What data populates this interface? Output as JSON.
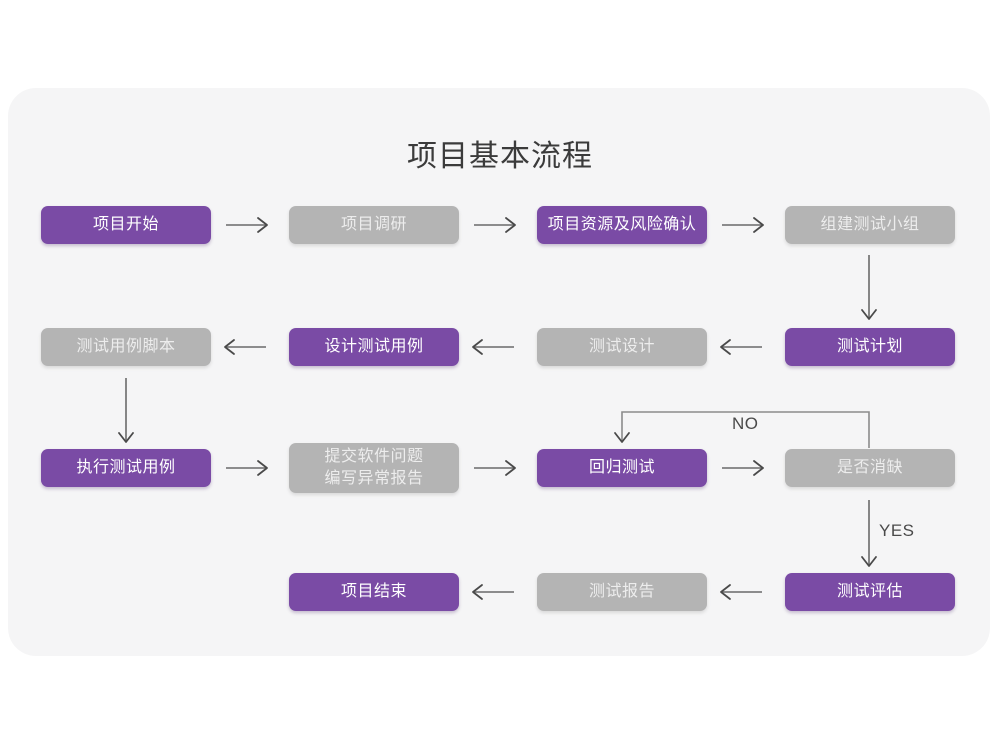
{
  "chart_data": {
    "type": "diagram",
    "title": "项目基本流程",
    "diagram_kind": "flowchart",
    "colors": {
      "purple": "#7a4ba5",
      "gray": "#b4b4b4",
      "panel_background": "#f5f5f6",
      "page_background": "#ffffff",
      "title_text": "#3b3b3b",
      "arrow": "#6a6a6a"
    },
    "nodes": [
      {
        "id": "n1",
        "label": "项目开始",
        "style": "purple",
        "row": 1,
        "col": 1
      },
      {
        "id": "n2",
        "label": "项目调研",
        "style": "gray",
        "row": 1,
        "col": 2
      },
      {
        "id": "n3",
        "label": "项目资源及风险确认",
        "style": "purple",
        "row": 1,
        "col": 3
      },
      {
        "id": "n4",
        "label": "组建测试小组",
        "style": "gray",
        "row": 1,
        "col": 4
      },
      {
        "id": "n5",
        "label": "测试用例脚本",
        "style": "gray",
        "row": 2,
        "col": 1
      },
      {
        "id": "n6",
        "label": "设计测试用例",
        "style": "purple",
        "row": 2,
        "col": 2
      },
      {
        "id": "n7",
        "label": "测试设计",
        "style": "gray",
        "row": 2,
        "col": 3
      },
      {
        "id": "n8",
        "label": "测试计划",
        "style": "purple",
        "row": 2,
        "col": 4
      },
      {
        "id": "n9",
        "label": "执行测试用例",
        "style": "purple",
        "row": 3,
        "col": 1
      },
      {
        "id": "n10",
        "label": "提交软件问题\n编写异常报告",
        "style": "gray",
        "row": 3,
        "col": 2
      },
      {
        "id": "n11",
        "label": "回归测试",
        "style": "purple",
        "row": 3,
        "col": 3
      },
      {
        "id": "n12",
        "label": "是否消缺",
        "style": "gray",
        "row": 3,
        "col": 4
      },
      {
        "id": "n13",
        "label": "项目结束",
        "style": "purple",
        "row": 4,
        "col": 2
      },
      {
        "id": "n14",
        "label": "测试报告",
        "style": "gray",
        "row": 4,
        "col": 3
      },
      {
        "id": "n15",
        "label": "测试评估",
        "style": "purple",
        "row": 4,
        "col": 4
      }
    ],
    "edges": [
      {
        "from": "n1",
        "to": "n2",
        "label": "",
        "direction": "right"
      },
      {
        "from": "n2",
        "to": "n3",
        "label": "",
        "direction": "right"
      },
      {
        "from": "n3",
        "to": "n4",
        "label": "",
        "direction": "right"
      },
      {
        "from": "n4",
        "to": "n8",
        "label": "",
        "direction": "down"
      },
      {
        "from": "n8",
        "to": "n7",
        "label": "",
        "direction": "left"
      },
      {
        "from": "n7",
        "to": "n6",
        "label": "",
        "direction": "left"
      },
      {
        "from": "n6",
        "to": "n5",
        "label": "",
        "direction": "left"
      },
      {
        "from": "n5",
        "to": "n9",
        "label": "",
        "direction": "down"
      },
      {
        "from": "n9",
        "to": "n10",
        "label": "",
        "direction": "right"
      },
      {
        "from": "n10",
        "to": "n11",
        "label": "",
        "direction": "right"
      },
      {
        "from": "n11",
        "to": "n12",
        "label": "",
        "direction": "right"
      },
      {
        "from": "n12",
        "to": "n11",
        "label": "NO",
        "direction": "loop-up-left"
      },
      {
        "from": "n12",
        "to": "n15",
        "label": "YES",
        "direction": "down"
      },
      {
        "from": "n15",
        "to": "n14",
        "label": "",
        "direction": "left"
      },
      {
        "from": "n14",
        "to": "n13",
        "label": "",
        "direction": "left"
      }
    ],
    "edge_labels": [
      "NO",
      "YES"
    ]
  },
  "diagram": {
    "title": "项目基本流程",
    "nodes": {
      "n1": "项目开始",
      "n2": "项目调研",
      "n3": "项目资源及风险确认",
      "n4": "组建测试小组",
      "n5": "测试用例脚本",
      "n6": "设计测试用例",
      "n7": "测试设计",
      "n8": "测试计划",
      "n9": "执行测试用例",
      "n10": "提交软件问题\n编写异常报告",
      "n11": "回归测试",
      "n12": "是否消缺",
      "n13": "项目结束",
      "n14": "测试报告",
      "n15": "测试评估"
    },
    "labels": {
      "no": "NO",
      "yes": "YES"
    }
  }
}
